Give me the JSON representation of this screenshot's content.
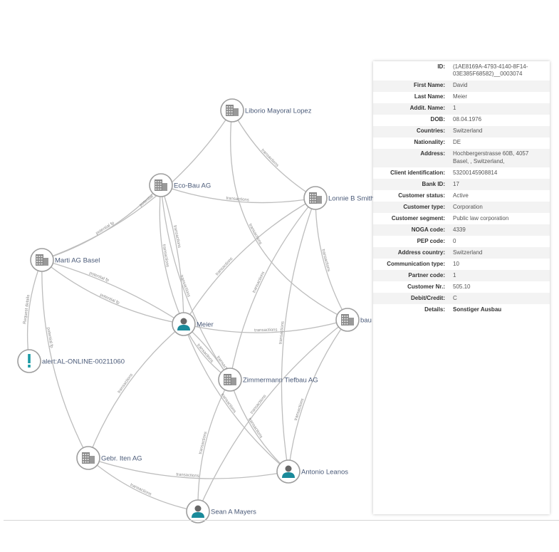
{
  "nodes": [
    {
      "id": "liborio",
      "label": "Liborio Mayoral Lopez",
      "type": "company"
    },
    {
      "id": "ecobau",
      "label": "Eco-Bau AG",
      "type": "company"
    },
    {
      "id": "lonnie",
      "label": "Lonnie B Smith",
      "type": "company"
    },
    {
      "id": "marti",
      "label": "Marti AG Basel",
      "type": "company"
    },
    {
      "id": "meier",
      "label": "Meier",
      "type": "person"
    },
    {
      "id": "bau",
      "label": "bau",
      "type": "company"
    },
    {
      "id": "alert",
      "label": "alert:AL-ONLINE-00211060",
      "type": "alert"
    },
    {
      "id": "zimmermann",
      "label": "Zimmermann Tiefbau AG",
      "type": "company"
    },
    {
      "id": "gebr",
      "label": "Gebr. Iten AG",
      "type": "company"
    },
    {
      "id": "antonio",
      "label": "Antonio Leanos",
      "type": "person"
    },
    {
      "id": "sean",
      "label": "Sean A Mayers",
      "type": "person"
    }
  ],
  "edges": [
    {
      "s": "marti",
      "t": "liborio",
      "label": "potential fp"
    },
    {
      "s": "marti",
      "t": "ecobau",
      "label": "potential fp"
    },
    {
      "s": "marti",
      "t": "meier",
      "label": "potential fp"
    },
    {
      "s": "marti",
      "t": "meier",
      "label": "potential fp"
    },
    {
      "s": "marti",
      "t": "alert",
      "label": "Request details"
    },
    {
      "s": "marti",
      "t": "gebr",
      "label": "potential fp"
    },
    {
      "s": "liborio",
      "t": "lonnie",
      "label": "transactions"
    },
    {
      "s": "liborio",
      "t": "bau",
      "label": "transactions"
    },
    {
      "s": "ecobau",
      "t": "lonnie",
      "label": "transactions"
    },
    {
      "s": "ecobau",
      "t": "meier",
      "label": "transactions"
    },
    {
      "s": "ecobau",
      "t": "meier",
      "label": "transactions"
    },
    {
      "s": "ecobau",
      "t": "zimmermann",
      "label": "transactions"
    },
    {
      "s": "lonnie",
      "t": "meier",
      "label": "transactions"
    },
    {
      "s": "lonnie",
      "t": "zimmermann",
      "label": "transactions"
    },
    {
      "s": "lonnie",
      "t": "bau",
      "label": "transactions"
    },
    {
      "s": "lonnie",
      "t": "antonio",
      "label": "transactions"
    },
    {
      "s": "meier",
      "t": "bau",
      "label": "transactions"
    },
    {
      "s": "meier",
      "t": "zimmermann",
      "label": "transactions"
    },
    {
      "s": "meier",
      "t": "zimmermann",
      "label": "transactions"
    },
    {
      "s": "meier",
      "t": "antonio",
      "label": "transactions"
    },
    {
      "s": "meier",
      "t": "gebr",
      "label": "transactions"
    },
    {
      "s": "zimmermann",
      "t": "sean",
      "label": "transactions"
    },
    {
      "s": "zimmermann",
      "t": "antonio",
      "label": "transactions"
    },
    {
      "s": "bau",
      "t": "sean",
      "label": "transactions"
    },
    {
      "s": "bau",
      "t": "antonio",
      "label": "transactions"
    },
    {
      "s": "gebr",
      "t": "antonio",
      "label": "transactions"
    },
    {
      "s": "gebr",
      "t": "sean",
      "label": "transactions"
    }
  ],
  "details": [
    {
      "key": "ID:",
      "value": "(1AE8169A-4793-4140-8F14-03E385F68582)__0003074"
    },
    {
      "key": "First Name:",
      "value": "David"
    },
    {
      "key": "Last Name:",
      "value": "Meier"
    },
    {
      "key": "Addit. Name:",
      "value": "1"
    },
    {
      "key": "DOB:",
      "value": "08.04.1976"
    },
    {
      "key": "Countries:",
      "value": "Switzerland"
    },
    {
      "key": "Nationality:",
      "value": "DE"
    },
    {
      "key": "Address:",
      "value": "Hochbergerstrasse 60B, 4057 Basel, , Switzerland,"
    },
    {
      "key": "Client identification:",
      "value": "53200145908814"
    },
    {
      "key": "Bank ID:",
      "value": "17"
    },
    {
      "key": "Customer status:",
      "value": "Active"
    },
    {
      "key": "Customer type:",
      "value": "Corporation"
    },
    {
      "key": "Customer segment:",
      "value": "Public law corporation"
    },
    {
      "key": "NOGA code:",
      "value": "4339"
    },
    {
      "key": "PEP code:",
      "value": "0"
    },
    {
      "key": "Address country:",
      "value": "Switzerland"
    },
    {
      "key": "Communication type:",
      "value": "10"
    },
    {
      "key": "Partner code:",
      "value": "1"
    },
    {
      "key": "Customer Nr.:",
      "value": "505.10"
    },
    {
      "key": "Debit/Credit:",
      "value": "C"
    },
    {
      "key": "Details:",
      "value": "Sonstiger Ausbau"
    }
  ],
  "colors": {
    "person": "#1a8a9a",
    "alert": "#1a9aa5",
    "company": "#777777"
  }
}
